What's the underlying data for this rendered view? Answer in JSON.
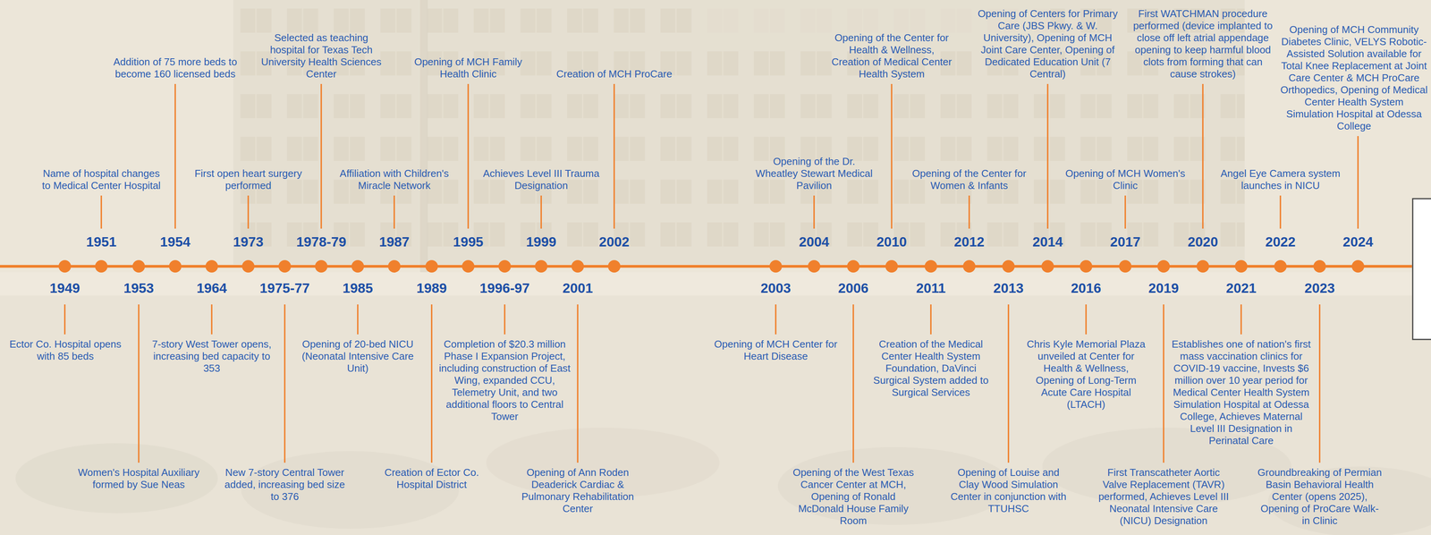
{
  "diagram": {
    "labels": [
      "1949",
      "Ector Co. Hospital opens with 85 beds",
      "1951",
      "Name of hospital changes to Medical Center Hospital",
      "1953",
      "Women's Hospital Auxiliary formed by Sue Neas",
      "1954",
      "Addition of 75 more beds to become 160 licensed beds",
      "1964",
      "7-story West Tower opens, increasing bed capacity to 353",
      "1973",
      "First open heart surgery performed",
      "1975-77",
      "New 7-story Central Tower added, increasing bed size to 376",
      "1978-79",
      "Selected as teaching hospital for Texas Tech University Health Sciences Center",
      "1985",
      "Opening of 20-bed NICU (Neonatal Intensive Care Unit)",
      "1987",
      "Affiliation with Children's Miracle Network",
      "1989",
      "Creation of Ector Co. Hospital District",
      "1995",
      "Opening of MCH Family Health Clinic",
      "1996-97",
      "Completion of $20.3 million Phase I Expansion Project, including construction of East Wing, expanded CCU, Telemetry Unit, and two additional floors to Central Tower",
      "1999",
      "Achieves Level III Trauma Designation",
      "2001",
      "Opening of Ann Roden Deaderick Cardiac & Pulmonary Rehabilitation Center",
      "2002",
      "Creation of MCH ProCare",
      "2003",
      "Opening of MCH Center for Heart Disease",
      "2004",
      "Opening of the Dr. Wheatley Stewart Medical Pavilion",
      "2006",
      "Opening of the West Texas Cancer Center at MCH, Opening of Ronald McDonald House Family Room",
      "2010",
      "Opening of the Center for Health & Wellness, Creation of Medical Center Health System",
      "2011",
      "Creation of the Medical Center Health System Foundation, DaVinci Surgical System added to Surgical Services",
      "2012",
      "Opening of the Center for Women & Infants",
      "2013",
      "Opening of Louise and Clay Wood Simulation Center in conjunction with TTUHSC",
      "2014",
      "Opening of Centers for Primary Care (JBS Pkwy. & W. University), Opening of MCH Joint Care Center, Opening of Dedicated Education Unit (7 Central)",
      "2016",
      "Chris Kyle Memorial Plaza unveiled at Center for Health & Wellness, Opening of Long-Term Acute Care Hospital (LTACH)",
      "2017",
      "Opening of MCH Women's Clinic",
      "2019",
      "First Transcatheter Aortic Valve Replacement (TAVR) performed, Achieves Level III Neonatal Intensive Care (NICU) Designation",
      "2020",
      "First WATCHMAN procedure performed (device implanted to close off left atrial appendage opening to keep harmful blood clots from forming that can cause strokes)",
      "2021",
      "Establishes one of nation's first mass vaccination clinics for COVID-19 vaccine, Invests $6 million over 10 year period for Medical Center Health System Simulation Hospital at Odessa College, Achieves Maternal Level III Designation in Perinatal Care",
      "2022",
      "Angel Eye Camera system launches in NICU",
      "2023",
      "Groundbreaking of Permian Basin Behavioral Health Center (opens 2025), Opening of ProCare Walk-in Clinic",
      "2024",
      "Opening of MCH Community Diabetes Clinic, VELYS Robotic-Assisted Solution available for Total Knee Replacement at Joint Care Center & MCH ProCare Orthopedics, Opening of Medical Center Health System Simulation Hospital at Odessa College"
    ]
  }
}
